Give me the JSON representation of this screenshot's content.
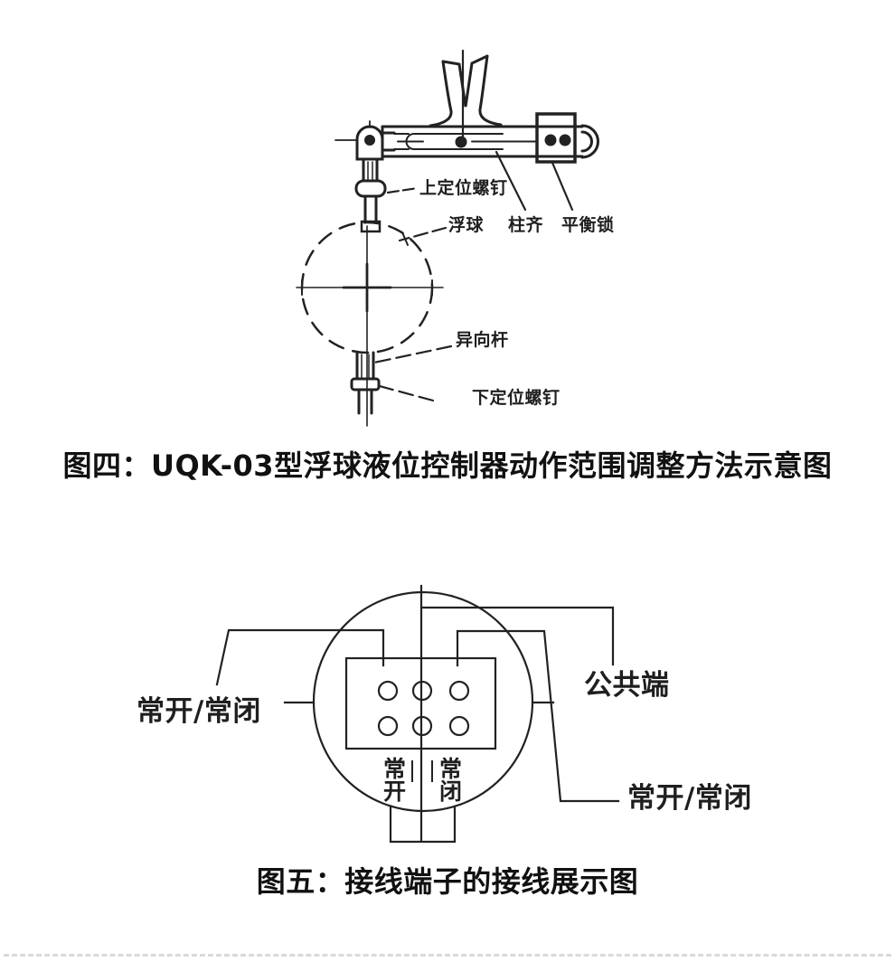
{
  "page": {
    "background": "#ffffff",
    "line_color": "#222222",
    "divider_color": "#d9d9d9"
  },
  "figure4": {
    "caption": "图四：UQK-03型浮球液位控制器动作范围调整方法示意图",
    "labels": {
      "upper_screw": "上定位螺钉",
      "float_ball": "浮球",
      "stop_column": "柱齐",
      "balance_lock": "平衡锁",
      "reverse_rod": "异向杆",
      "lower_screw": "下定位螺钉"
    }
  },
  "figure5": {
    "caption": "图五：接线端子的接线展示图",
    "labels": {
      "left_terminal": "常开/常闭",
      "common_terminal": "公共端",
      "right_terminal": "常开/常闭",
      "inner_normally_open": "常开",
      "inner_normally_closed": "常闭"
    }
  }
}
